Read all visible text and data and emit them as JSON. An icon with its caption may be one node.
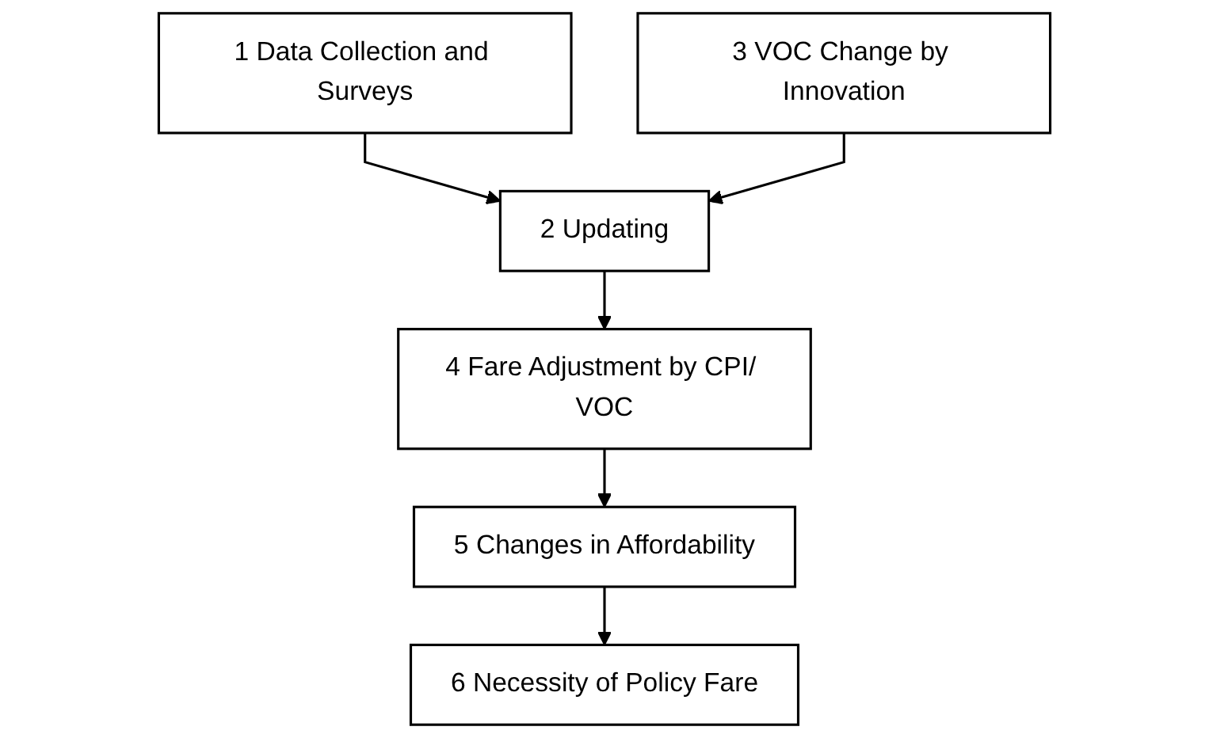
{
  "diagram": {
    "nodes": [
      {
        "text": [
          "1 Data Collection and Surveys"
        ]
      },
      {
        "text": [
          "2 Updating"
        ]
      },
      {
        "text": [
          "3 VOC Change by Innovation"
        ]
      },
      {
        "text": [
          "4 Fare Adjustment by CPI/ VOC"
        ]
      },
      {
        "text": [
          "5 Changes in Affordability"
        ]
      },
      {
        "text": [
          "6 Necessity of Policy Fare"
        ]
      }
    ],
    "edges": [
      {
        "from": 0,
        "to": 1,
        "arrow": "to"
      },
      {
        "from": 2,
        "to": 1,
        "arrow": "to"
      },
      {
        "from": 1,
        "to": 3,
        "arrow": "to"
      },
      {
        "from": 3,
        "to": 4,
        "arrow": "to"
      },
      {
        "from": 4,
        "to": 5,
        "arrow": "to"
      }
    ]
  }
}
